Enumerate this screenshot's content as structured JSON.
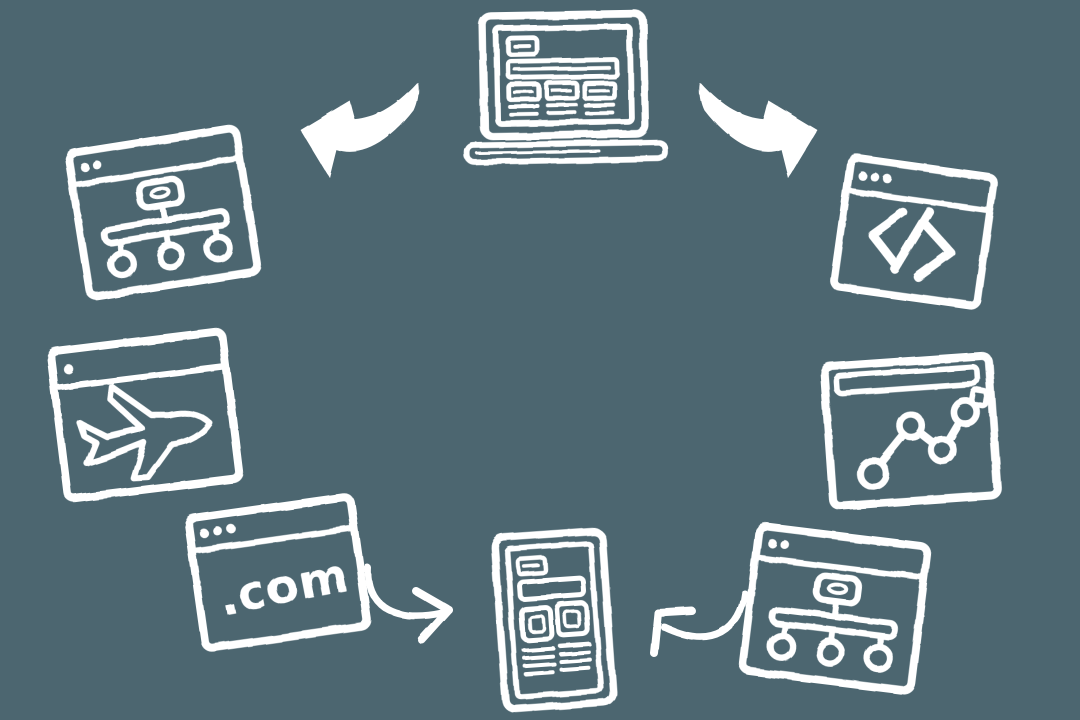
{
  "scene": {
    "background_color": "#4C6670",
    "ink_color": "#FFFFFF",
    "style": "hand-drawn white sketch on slate background"
  },
  "nodes": {
    "laptop": {
      "name": "laptop-webpage",
      "position": "top-center",
      "depicts": "laptop showing wireframe webpage with logo, nav bar and three content columns"
    },
    "sitemap_top_left": {
      "name": "sitemap-window",
      "position": "top-left",
      "depicts": "browser window with sitemap tree (one parent node, three child nodes)"
    },
    "code": {
      "name": "code-window",
      "position": "top-right",
      "glyph": "</>",
      "depicts": "browser window with code brackets"
    },
    "airplane": {
      "name": "airplane-window",
      "position": "middle-left",
      "depicts": "browser window with airplane pointing right"
    },
    "chart": {
      "name": "chart-window",
      "position": "middle-right",
      "depicts": "browser window with connected-dot line chart"
    },
    "domain": {
      "name": "domain-window",
      "position": "bottom-left",
      "label": ".com"
    },
    "phone": {
      "name": "phone-webpage",
      "position": "bottom-center",
      "depicts": "phone showing wireframe webpage with two image blocks and text lines"
    },
    "sitemap_bottom_right": {
      "name": "sitemap-window-2",
      "position": "bottom-right",
      "depicts": "browser window with sitemap tree (one parent node, three child nodes)"
    }
  },
  "arrows": [
    {
      "name": "arrow-to-top-left",
      "style": "solid-curved",
      "from": "laptop",
      "to": "sitemap_top_left"
    },
    {
      "name": "arrow-to-top-right",
      "style": "solid-curved",
      "from": "laptop",
      "to": "code"
    },
    {
      "name": "arrow-com-to-phone",
      "style": "thin-curved",
      "from": "domain",
      "to": "phone"
    },
    {
      "name": "arrow-sitemap-to-phone",
      "style": "thin-curved",
      "from": "sitemap_bottom_right",
      "to": "phone"
    }
  ]
}
